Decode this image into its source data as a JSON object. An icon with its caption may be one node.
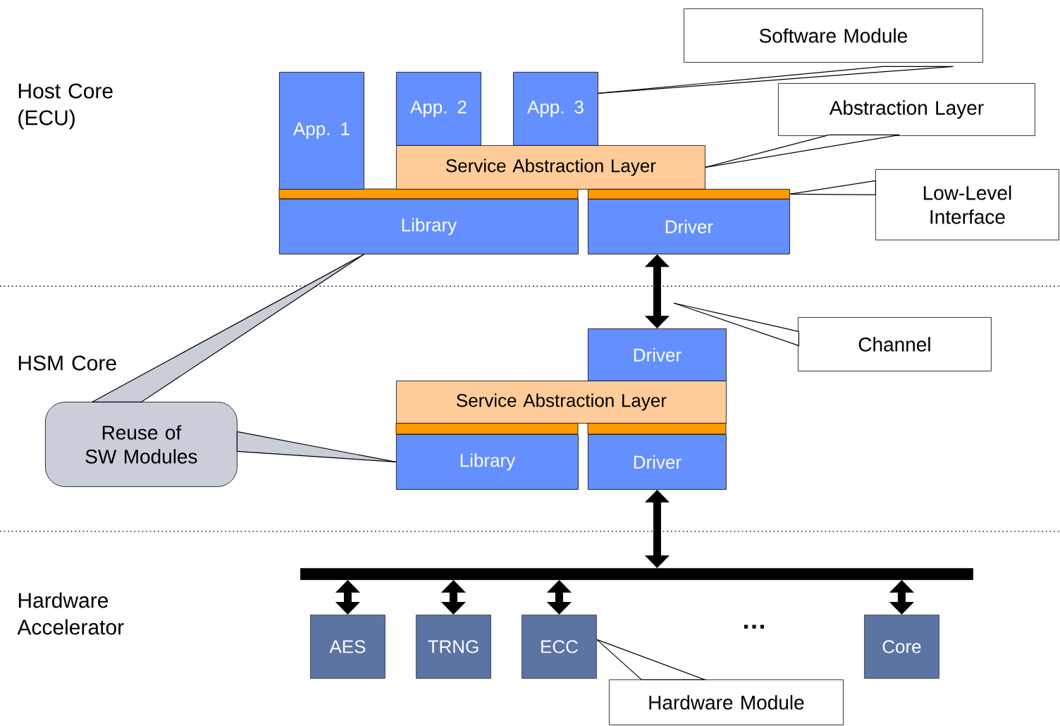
{
  "diagram": {
    "nodes": [
      {
        "text": [
          "App. 1"
        ]
      },
      {
        "text": [
          "App. 2"
        ]
      },
      {
        "text": [
          "App. 3"
        ]
      },
      {
        "text": [
          "Service Abstraction Layer"
        ]
      },
      {
        "text": [],
        "shape": "bar"
      },
      {
        "text": [
          "Library"
        ]
      },
      {
        "text": [
          "Driver"
        ]
      },
      {
        "text": [
          "Driver"
        ]
      },
      {
        "text": [
          "Service Abstraction Layer"
        ]
      },
      {
        "text": [
          "Library"
        ]
      },
      {
        "text": [
          "Driver"
        ]
      },
      {
        "text": [],
        "shape": "bar"
      },
      {
        "text": [
          "AES"
        ]
      },
      {
        "text": [
          "TRNG"
        ]
      },
      {
        "text": [
          "ECC"
        ]
      },
      {
        "text": [
          "Core"
        ]
      },
      {
        "text": [
          "Software Module"
        ]
      },
      {
        "text": [
          "Abstraction Layer"
        ]
      },
      {
        "text": [
          "Low-Level Interface"
        ]
      },
      {
        "text": [
          "Channel"
        ]
      },
      {
        "text": [
          "Reuse of SW Modules"
        ]
      },
      {
        "text": [
          "Hardware Module"
        ]
      }
    ],
    "edges": [
      {
        "from": 6,
        "to": 7,
        "arrow": "both",
        "style": "thick"
      },
      {
        "from": 10,
        "to": 11,
        "arrow": "both",
        "style": "thick"
      },
      {
        "from": 11,
        "to": 12,
        "arrow": "both",
        "style": "thick"
      },
      {
        "from": 11,
        "to": 13,
        "arrow": "both",
        "style": "thick"
      },
      {
        "from": 11,
        "to": 14,
        "arrow": "both",
        "style": "thick"
      },
      {
        "from": 11,
        "to": 15,
        "arrow": "both",
        "style": "thick"
      },
      {
        "from": 16,
        "to": 2,
        "arrow": "none"
      },
      {
        "from": 17,
        "to": 3,
        "arrow": "none"
      },
      {
        "from": 18,
        "to": 4,
        "arrow": "none"
      },
      {
        "from": 19,
        "to": null,
        "arrow": "none"
      },
      {
        "from": 20,
        "to": 5,
        "arrow": "none"
      },
      {
        "from": 20,
        "to": 9,
        "arrow": "none"
      },
      {
        "from": 21,
        "to": 14,
        "arrow": "none"
      }
    ],
    "labels": [
      "Host Core (ECU)",
      "HSM Core",
      "Hardware Accelerator",
      "…"
    ]
  }
}
